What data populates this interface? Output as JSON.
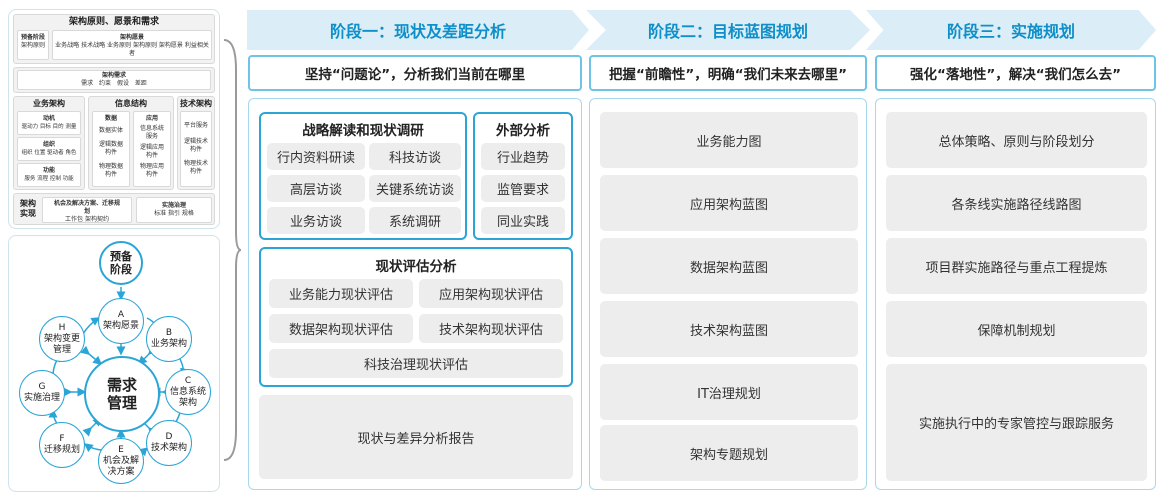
{
  "framework": {
    "top": {
      "title": "架构原则、愿景和需求",
      "prep": {
        "title": "预备阶段",
        "items": [
          "架构原则"
        ]
      },
      "vision": {
        "title": "架构愿景",
        "items": [
          "业务战略",
          "技术战略",
          "业务原则",
          "架构原则",
          "架构愿景",
          "利益相关者"
        ]
      },
      "req": {
        "title": "架构需求",
        "items": [
          "需求",
          "约束",
          "假设",
          "差距"
        ]
      }
    },
    "columns": {
      "business": {
        "title": "业务架构",
        "cells": [
          {
            "title": "动机",
            "items": "驱动力 目标 目的 测量"
          },
          {
            "title": "组织",
            "items": "组织 位置 驱动者 角色"
          },
          {
            "title": "功能",
            "items": "服务 流程 控制 功能"
          }
        ]
      },
      "info": {
        "title": "信息结构",
        "data": {
          "title": "数据",
          "items": [
            "数据实体",
            "逻辑数据构件",
            "物理数据构件"
          ]
        },
        "app": {
          "title": "应用",
          "items": [
            "信息系统服务",
            "逻辑应用构件",
            "物理应用构件"
          ]
        }
      },
      "tech": {
        "title": "技术架构",
        "items": [
          "平台服务",
          "逻辑技术构件",
          "物理技术构件"
        ]
      }
    },
    "impl": {
      "title": "架构实现",
      "opp": {
        "title": "机会及解决方案、迁移规划",
        "items": "工作包 架构契约"
      },
      "gov": {
        "title": "实施治理",
        "items": "标准 指引 规格"
      }
    }
  },
  "cycle": {
    "center": "需求管理",
    "prep": "预备阶段",
    "nodes": [
      {
        "letter": "A",
        "label": "架构愿景"
      },
      {
        "letter": "B",
        "label": "业务架构"
      },
      {
        "letter": "C",
        "label": "信息系统架构"
      },
      {
        "letter": "D",
        "label": "技术架构"
      },
      {
        "letter": "E",
        "label": "机会及解决方案"
      },
      {
        "letter": "F",
        "label": "迁移规划"
      },
      {
        "letter": "G",
        "label": "实施治理"
      },
      {
        "letter": "H",
        "label": "架构变更管理"
      }
    ]
  },
  "phases": [
    {
      "title": "阶段一：现状及差距分析",
      "subtitle": "坚持“问题论”，分析我们当前在哪里",
      "strategy": {
        "title": "战略解读和现状调研",
        "items": [
          "行内资料研读",
          "科技访谈",
          "高层访谈",
          "关键系统访谈",
          "业务访谈",
          "系统调研"
        ]
      },
      "external": {
        "title": "外部分析",
        "items": [
          "行业趋势",
          "监管要求",
          "同业实践"
        ]
      },
      "evaluation": {
        "title": "现状评估分析",
        "items": [
          "业务能力现状评估",
          "应用架构现状评估",
          "数据架构现状评估",
          "技术架构现状评估",
          "科技治理现状评估"
        ]
      },
      "report": "现状与差异分析报告"
    },
    {
      "title": "阶段二：目标蓝图规划",
      "subtitle": "把握“前瞻性”，明确“我们未来去哪里”",
      "items": [
        "业务能力图",
        "应用架构蓝图",
        "数据架构蓝图",
        "技术架构蓝图",
        "IT治理规划",
        "架构专题规划"
      ]
    },
    {
      "title": "阶段三：实施规划",
      "subtitle": "强化“落地性”，解决“我们怎么去”",
      "items": [
        "总体策略、原则与阶段划分",
        "各条线实施路径线路图",
        "项目群实施路径与重点工程提炼",
        "保障机制规划",
        "实施执行中的专家管控与跟踪服务"
      ]
    }
  ],
  "colors": {
    "accent": "#2aa5d6",
    "phase_bg": "#dbeef7",
    "phase_text": "#0e8fc9",
    "cell": "#ededed"
  }
}
